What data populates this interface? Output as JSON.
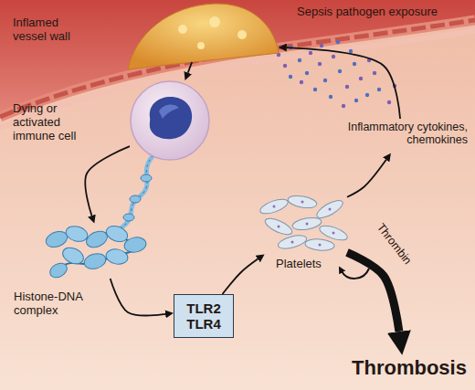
{
  "diagram": {
    "nodes": [
      {
        "text": [
          "Inflamed vessel wall"
        ]
      },
      {
        "text": [
          "Dying or activated immune cell"
        ]
      },
      {
        "text": [
          "Histone-DNA complex"
        ]
      },
      {
        "text": [
          "TLR2 TLR4"
        ]
      },
      {
        "text": [
          "Platelets"
        ]
      },
      {
        "text": [
          "Inflammatory cytokines, chemokines"
        ]
      },
      {
        "text": [
          "Thrombosis"
        ]
      }
    ],
    "edges": [
      {
        "from": 0,
        "to": 1,
        "arrow": "to"
      },
      {
        "from": 1,
        "to": 2,
        "arrow": "to"
      },
      {
        "from": 2,
        "to": 3,
        "arrow": "to"
      },
      {
        "from": 3,
        "to": 4,
        "arrow": "to"
      },
      {
        "from": 4,
        "to": 5,
        "arrow": "to"
      },
      {
        "from": 5,
        "to": 0,
        "arrow": "to"
      },
      {
        "from": 4,
        "to": 6,
        "label": "Thrombin",
        "arrow": "to"
      }
    ],
    "labels": [
      "Sepsis pathogen exposure"
    ]
  }
}
